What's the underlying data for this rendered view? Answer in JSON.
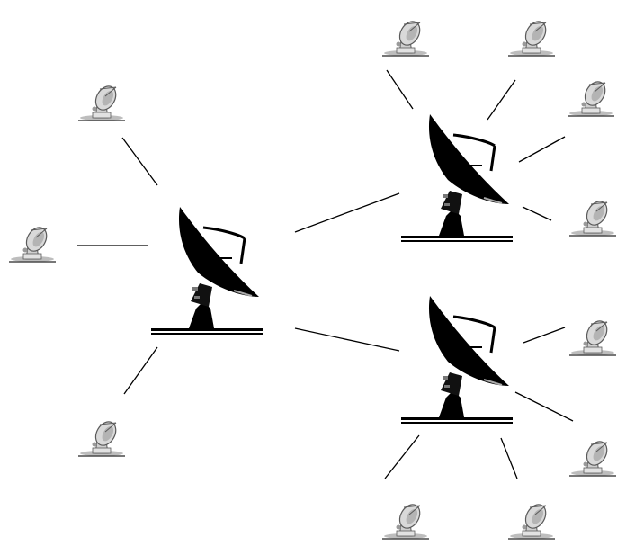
{
  "diagram": {
    "type": "network-topology",
    "background": "#ffffff",
    "colors": {
      "hub_dish": "#000000",
      "link_line": "#000000",
      "node_dish_fill": "#d6d6d6",
      "node_dish_stroke": "#5a5a5a"
    },
    "hub_icon": "satellite-dish-icon",
    "node_icon": "satellite-dish-icon",
    "hubs": [
      {
        "id": "hub-left",
        "connected_nodes": 3
      },
      {
        "id": "hub-top-right",
        "connected_nodes": 4
      },
      {
        "id": "hub-bottom-right",
        "connected_nodes": 4
      }
    ],
    "hub_links": [
      [
        "hub-left",
        "hub-top-right"
      ],
      [
        "hub-left",
        "hub-bottom-right"
      ]
    ]
  }
}
